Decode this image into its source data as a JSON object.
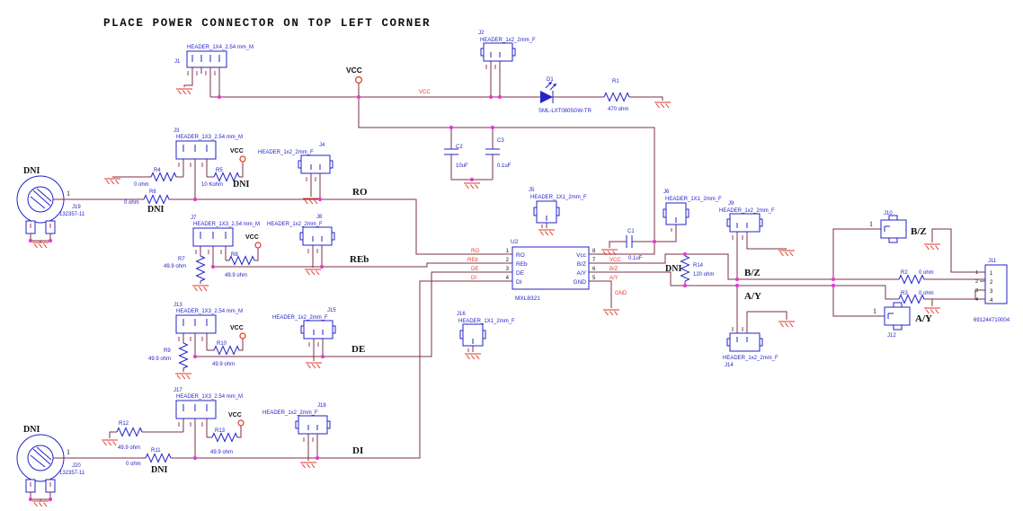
{
  "title": "PLACE POWER CONNECTOR ON TOP LEFT CORNER",
  "colors": {
    "wire": "#7a3148",
    "component_blue": "#2323c8",
    "power_red": "#e03528",
    "net_red": "#e8402c",
    "junction_magenta": "#e637cf"
  },
  "nets": {
    "vcc": "VCC",
    "gnd": "GND",
    "ro": "RO",
    "reb": "REb",
    "de": "DE",
    "di": "DI",
    "bz": "B/Z",
    "ay": "A/Y"
  },
  "dni": "DNI",
  "pin_numbers": [
    "1",
    "2",
    "3",
    "4"
  ],
  "ic": {
    "ref": "U2",
    "part": "MXL8321",
    "left_pins": [
      {
        "num": "1",
        "name": "RO"
      },
      {
        "num": "2",
        "name": "REb"
      },
      {
        "num": "3",
        "name": "DE"
      },
      {
        "num": "4",
        "name": "DI"
      }
    ],
    "right_pins": [
      {
        "num": "8",
        "name": "Vcc"
      },
      {
        "num": "7",
        "name": "B/Z"
      },
      {
        "num": "6",
        "name": "A/Y"
      },
      {
        "num": "5",
        "name": "GND"
      }
    ]
  },
  "diode": {
    "ref": "D1",
    "part": "SML-LXT0805GW-TR"
  },
  "capacitors": {
    "c1": {
      "ref": "C1",
      "value": "0.1uF"
    },
    "c2": {
      "ref": "C2",
      "value": "10uF"
    },
    "c3": {
      "ref": "C3",
      "value": "0.1uF"
    }
  },
  "resistors": {
    "r1": {
      "ref": "R1",
      "value": "470 ohm"
    },
    "r2": {
      "ref": "R2",
      "value": "0 ohm"
    },
    "r3": {
      "ref": "R3",
      "value": "0 ohm"
    },
    "r4": {
      "ref": "R4",
      "value": "0 ohm"
    },
    "r5": {
      "ref": "R5",
      "value": "10 Kohm",
      "dni": "DNI"
    },
    "r6": {
      "ref": "R6",
      "value": "0 ohm",
      "dni": "DNI"
    },
    "r7": {
      "ref": "R7",
      "value": "49.9 ohm"
    },
    "r8": {
      "ref": "R8",
      "value": "49.9 ohm"
    },
    "r9": {
      "ref": "R9",
      "value": "49.9 ohm"
    },
    "r10": {
      "ref": "R10",
      "value": "49.9 ohm"
    },
    "r11": {
      "ref": "R11",
      "value": "0 ohm",
      "dni": "DNI"
    },
    "r12": {
      "ref": "R12",
      "value": "49.9 ohm"
    },
    "r13": {
      "ref": "R13",
      "value": "49.9 ohm"
    },
    "r14": {
      "ref": "R14",
      "value": "120 ohm",
      "dni": "DNI"
    }
  },
  "connectors": {
    "j1": {
      "ref": "J1",
      "part": "HEADER_1X4_2.54 mm_M"
    },
    "j2": {
      "ref": "J2",
      "part": "HEADER_1x2_2mm_F"
    },
    "j3": {
      "ref": "J3",
      "part": "HEADER_1X3_2.54 mm_M"
    },
    "j4": {
      "ref": "J4",
      "part": "HEADER_1x2_2mm_F"
    },
    "j5": {
      "ref": "J5",
      "part": "HEADER_1X1_2mm_F"
    },
    "j6": {
      "ref": "J6",
      "part": "HEADER_1X1_2mm_F"
    },
    "j7": {
      "ref": "J7",
      "part": "HEADER_1X3_2.54 mm_M"
    },
    "j8": {
      "ref": "J8",
      "part": "HEADER_1x2_2mm_F"
    },
    "j9": {
      "ref": "J9",
      "part": "HEADER_1x2_2mm_F"
    },
    "j10": {
      "ref": "J10",
      "pin": "1"
    },
    "j11": {
      "ref": "J11",
      "part": "691244710004"
    },
    "j12": {
      "ref": "J12",
      "pin": "1"
    },
    "j13": {
      "ref": "J13",
      "part": "HEADER_1X3_2.54 mm_M"
    },
    "j14": {
      "ref": "J14",
      "part": "HEADER_1x2_2mm_F"
    },
    "j15": {
      "ref": "J15",
      "part": "HEADER_1x2_2mm_F"
    },
    "j16": {
      "ref": "J16",
      "part": "HEADER_1X1_2mm_F"
    },
    "j17": {
      "ref": "J17",
      "part": "HEADER_1X3_2.54 mm_M"
    },
    "j18": {
      "ref": "J18",
      "part": "HEADER_1x2_2mm_F"
    },
    "j19": {
      "ref": "J19",
      "part": "132357-11",
      "pin": "1",
      "dni": "DNI"
    },
    "j20": {
      "ref": "J20",
      "part": "132357-11",
      "pin": "1",
      "dni": "DNI"
    }
  }
}
